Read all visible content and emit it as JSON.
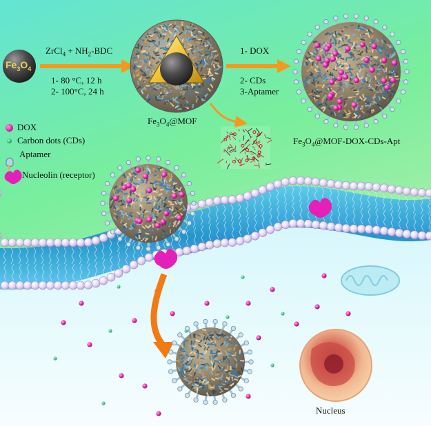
{
  "core_label": {
    "base": "Fe",
    "sub1": "3",
    "mid": "O",
    "sub2": "4"
  },
  "step1": {
    "reagents": {
      "a": "ZrCl",
      "a_sub": "4",
      "b": " + NH",
      "b_sub": "2",
      "c": "-BDC"
    },
    "cond1": "1- 80 °C, 12 h",
    "cond2": "2- 100°C, 24 h"
  },
  "step2": {
    "line1": "1- DOX",
    "line2": "2- CDs",
    "line3": "3-Aptamer"
  },
  "mof_label": {
    "a": "Fe",
    "s1": "3",
    "b": "O",
    "s2": "4",
    "c": "@MOF"
  },
  "product_label": {
    "a": "Fe",
    "s1": "3",
    "b": "O",
    "s2": "4",
    "c": "@MOF-DOX-CDs-Apt"
  },
  "legend": [
    {
      "key": "dox",
      "label": "DOX"
    },
    {
      "key": "cds",
      "label": "Carbon dots (CDs)"
    },
    {
      "key": "aptamer",
      "label": "Aptamer"
    },
    {
      "key": "nucleolin",
      "label": "Nucleolin (receptor)"
    }
  ],
  "nucleus_label": "Nucleus",
  "colors": {
    "dox": "#e0189a",
    "cds": "#1fb26b",
    "arrow": "#f39a1e",
    "membrane_head": "#d9c8ee",
    "membrane_core": "#2fa6d8",
    "nucleolin": "#e61fb8",
    "mof_shell": "#8a7a5a",
    "gold": "#f3c335"
  }
}
